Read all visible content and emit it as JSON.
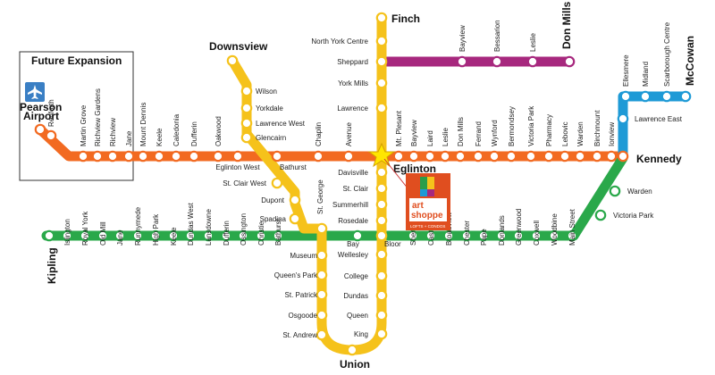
{
  "colors": {
    "line1": "#f5c21b",
    "line2": "#2aa84a",
    "line4": "#a7287e",
    "line5": "#f26a21",
    "line3": "#1e9ad6",
    "airport": "#3a7fc4",
    "star": "#ffe600"
  },
  "future_expansion": {
    "title": "Future Expansion"
  },
  "airport": {
    "label_line1": "Pearson",
    "label_line2": "Airport",
    "icon": "airplane-icon"
  },
  "terminals": {
    "finch": "Finch",
    "union": "Union",
    "downsview": "Downsview",
    "don_mills": "Don Mills",
    "mccowan": "McCowan",
    "kennedy": "Kennedy",
    "kipling": "Kipling",
    "eglinton": "Eglinton"
  },
  "shop": {
    "line1": "art",
    "line2": "shoppe",
    "line3": "LOFTS + CONDOS",
    "icon": "star-icon"
  },
  "stations": {
    "yonge": [
      "North York Centre",
      "Sheppard",
      "York Mills",
      "Lawrence",
      "Davisville",
      "St. Clair",
      "Summerhill",
      "Rosedale",
      "Bloor",
      "Wellesley",
      "College",
      "Dundas",
      "Queen",
      "King"
    ],
    "university": [
      "Wilson",
      "Yorkdale",
      "Lawrence West",
      "Glencairn",
      "St. Clair West",
      "Dupont",
      "Spadina",
      "St. George",
      "Museum",
      "Queen's Park",
      "St. Patrick",
      "Osgoode",
      "St. Andrew"
    ],
    "sheppard": [
      "Bayview",
      "Bessarion",
      "Leslie"
    ],
    "scarborough": [
      "Ellesmere",
      "Midland",
      "Scarborough Centre",
      "Lawrence East"
    ],
    "crosstown_west": [
      "Renforth",
      "Martin Grove",
      "Richview Gardens",
      "Richview",
      "Jane",
      "Mount Dennis",
      "Keele",
      "Caledonia",
      "Dufferin",
      "Oakwood",
      "Chaplin",
      "Avenue"
    ],
    "crosstown_below": [
      "Eglinton West",
      "Bathurst"
    ],
    "crosstown_east": [
      "Mt. Plesant",
      "Bayview",
      "Laird",
      "Leslie",
      "Don Mills",
      "Ferrand",
      "Wynford",
      "Bermondsey",
      "Victoria Park",
      "Pharmacy",
      "Lebovic",
      "Warden",
      "Birchmount",
      "Ionview"
    ],
    "bloor_west": [
      "Islington",
      "Royal York",
      "Old Mill",
      "Jane",
      "Runnymede",
      "High Park",
      "Keele",
      "Dundas West",
      "Lansdowne",
      "Dufferin",
      "Ossington",
      "Christie",
      "Bathurst"
    ],
    "bloor_center": "Bay",
    "bloor_east": [
      "Sherbourne",
      "Castle Frank",
      "Broadview",
      "Chester",
      "Pape",
      "Donlands",
      "Greenwood",
      "Coxwell",
      "Woodbine",
      "Main Street"
    ],
    "bloor_to_kennedy": [
      "Victoria Park",
      "Warden"
    ]
  }
}
